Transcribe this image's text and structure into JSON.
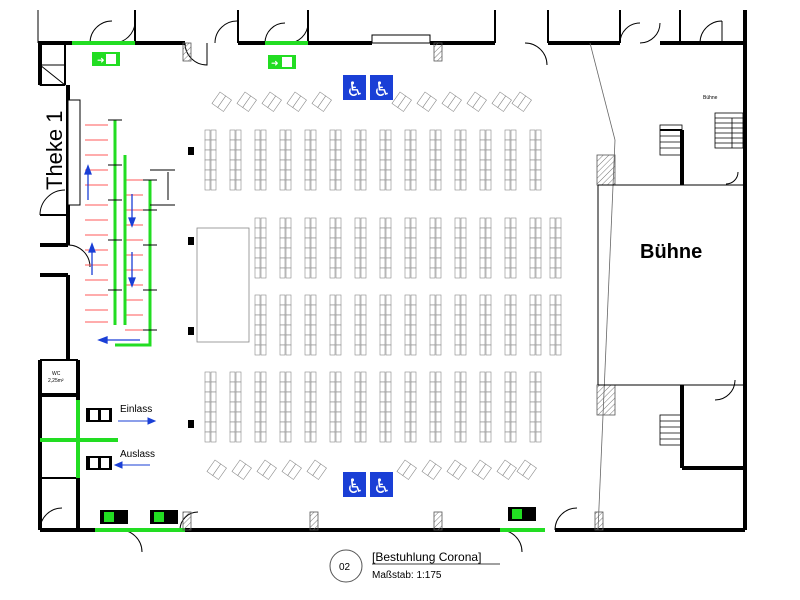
{
  "labels": {
    "counter": "Theke 1",
    "stage": "Bühne",
    "stage_small": "Bühne",
    "entry": "Einlass",
    "exit": "Auslass",
    "wc": "WC",
    "wc_area": "2,25m²"
  },
  "caption": {
    "number": "02",
    "title": "[Bestuhlung Corona]",
    "scale": "Maßstab: 1:175"
  },
  "colors": {
    "wall": "#000000",
    "exit_green": "#22dd22",
    "wheelchair_blue": "#1a3fd6",
    "arrow_blue": "#1a3fd6",
    "queue_red": "#ff5a5a",
    "hatch": "#777777"
  },
  "icons": [
    "emergency-exit-sign-icon",
    "wheelchair-icon",
    "hand-sanitizer-icon",
    "arrow-icon",
    "door-swing-icon"
  ]
}
